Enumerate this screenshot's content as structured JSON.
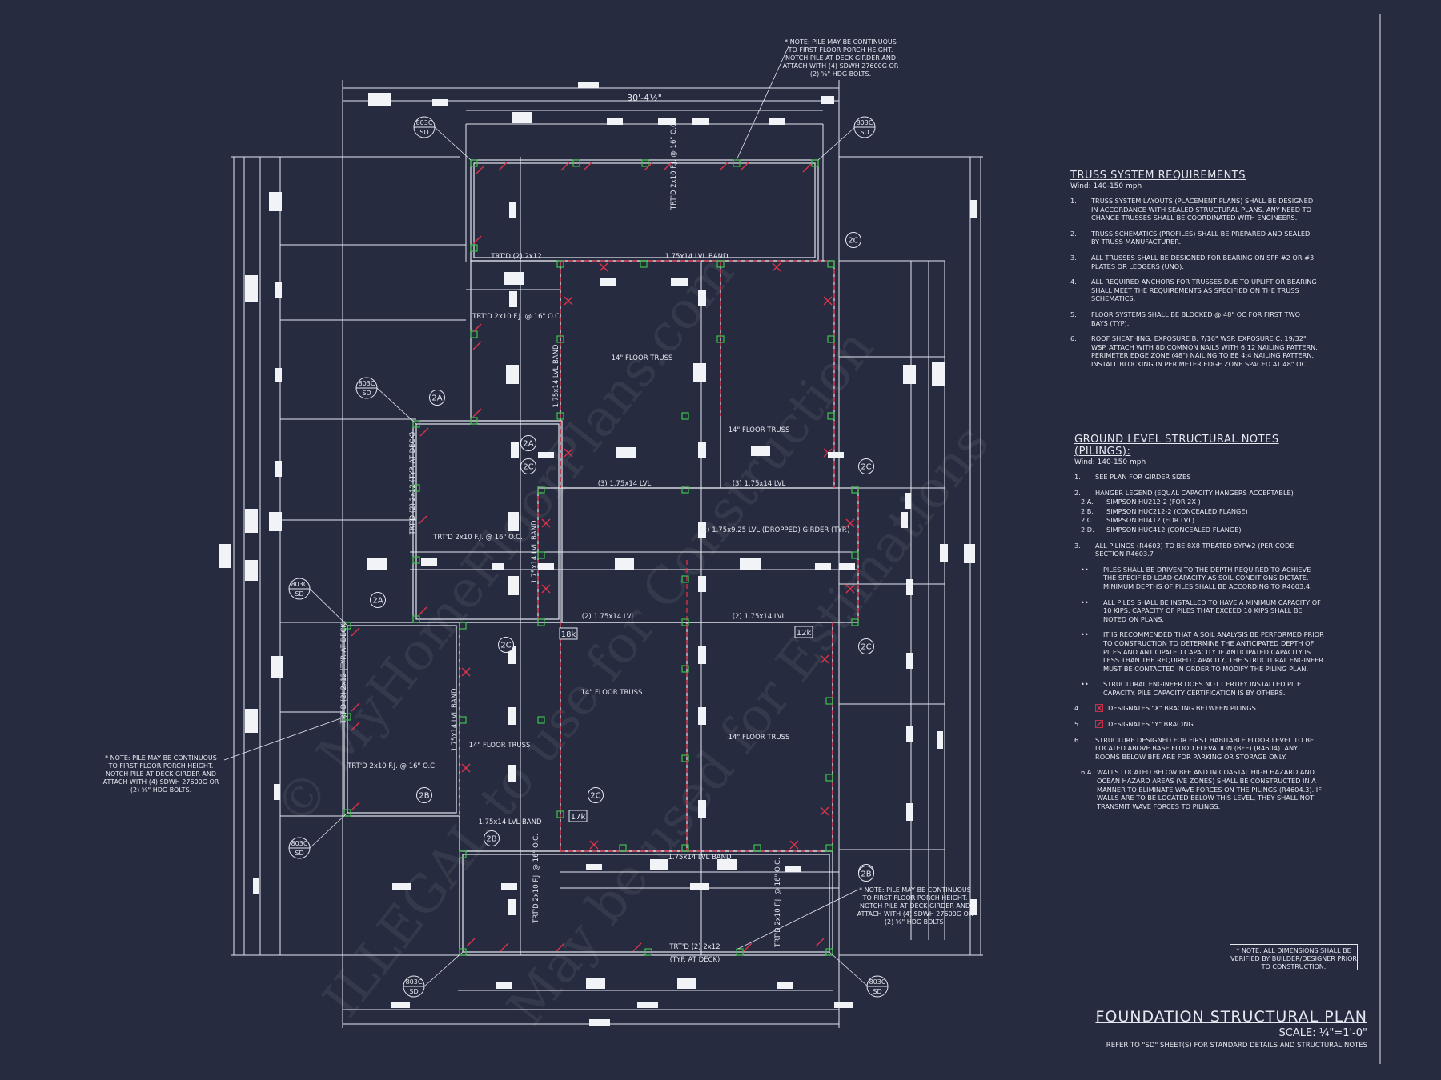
{
  "dimension": {
    "top": "30'-4½\""
  },
  "callouts": {
    "top": "* NOTE: PILE MAY BE CONTINUOUS TO FIRST FLOOR PORCH HEIGHT. NOTCH PILE AT DECK GIRDER AND ATTACH WITH (4) SDWH 27600G OR (2) ⅝\" HDG BOLTS.",
    "left": "* NOTE: PILE MAY BE CONTINUOUS TO FIRST FLOOR PORCH HEIGHT. NOTCH PILE AT DECK GIRDER AND ATTACH WITH (4) SDWH 27600G OR (2) ⅝\" HDG BOLTS.",
    "bottom": "* NOTE: PILE MAY BE CONTINUOUS TO FIRST FLOOR PORCH HEIGHT. NOTCH PILE AT DECK GIRDER AND ATTACH WITH (4) SDWH 27600G OR (2) ⅝\" HDG BOLTS."
  },
  "detail_bubbles": [
    {
      "top": "803C",
      "bottom": "SD"
    },
    {
      "top": "803C",
      "bottom": "SD"
    },
    {
      "top": "803C",
      "bottom": "SD"
    },
    {
      "top": "803C",
      "bottom": "SD"
    },
    {
      "top": "803C",
      "bottom": "SD"
    },
    {
      "top": "803C",
      "bottom": "SD"
    },
    {
      "top": "803C",
      "bottom": "SD"
    }
  ],
  "hanger_tags": [
    "2C",
    "2A",
    "2A",
    "2C",
    "2C",
    "2A",
    "2C",
    "2C",
    "2C",
    "2B",
    "2B",
    "2C",
    "2B"
  ],
  "load_tags": [
    "18k",
    "12k",
    "17k"
  ],
  "plan_labels": [
    "TRT'D 2x10 F.J. @ 16\" O.C.",
    "TRT'D (2) 2x12",
    "1.75x14 LVL BAND",
    "TRT'D 2x10 F.J. @ 16\" O.C.",
    "14\" FLOOR TRUSS",
    "1.75x14 LVL BAND",
    "14\" FLOOR TRUSS",
    "TRT'D (2) 2x12 (TYP. AT DECK)",
    "(3) 1.75x14 LVL",
    "(3) 1.75x14 LVL",
    "TRT'D 2x10 F.J. @ 16\" O.C.",
    "(2) 1.75x9.25 LVL (DROPPED) GIRDER (TYP.)",
    "1.75x14 LVL BAND",
    "(2) 1.75x14 LVL",
    "(2) 1.75x14 LVL",
    "TRT'D (2) 2x12 (TYP. AT DECK)",
    "14\" FLOOR TRUSS",
    "1.75x14 LVL BAND",
    "14\" FLOOR TRUSS",
    "TRT'D 2x10 F.J. @ 16\" O.C.",
    "14\" FLOOR TRUSS",
    "1.75x14 LVL BAND",
    "1.75x14 LVL BAND",
    "TRT'D 2x10 F.J. @ 16\" O.C.",
    "TRT'D 2x10 F.J. @ 16\" O.C.",
    "TRT'D (2) 2x12",
    "(TYP. AT DECK)"
  ],
  "truss_notes": {
    "title": "TRUSS SYSTEM REQUIREMENTS",
    "wind": "Wind: 140-150 mph",
    "items": [
      {
        "num": "1.",
        "text": "TRUSS SYSTEM LAYOUTS (PLACEMENT PLANS) SHALL BE DESIGNED IN ACCORDANCE WITH SEALED STRUCTURAL PLANS. ANY NEED TO CHANGE TRUSSES SHALL BE COORDINATED WITH ENGINEERS."
      },
      {
        "num": "2.",
        "text": "TRUSS SCHEMATICS (PROFILES) SHALL BE PREPARED AND SEALED BY TRUSS MANUFACTURER."
      },
      {
        "num": "3.",
        "text": "ALL TRUSSES SHALL BE DESIGNED FOR BEARING ON SPF #2 OR #3 PLATES OR LEDGERS (UNO)."
      },
      {
        "num": "4.",
        "text": "ALL REQUIRED ANCHORS FOR TRUSSES DUE TO UPLIFT OR BEARING SHALL MEET THE REQUIREMENTS AS SPECIFIED ON THE TRUSS SCHEMATICS."
      },
      {
        "num": "5.",
        "text": "FLOOR SYSTEMS SHALL BE BLOCKED @ 48\" OC FOR FIRST TWO BAYS (TYP)."
      },
      {
        "num": "6.",
        "text": "ROOF SHEATHING: EXPOSURE B: 7/16\" WSP. EXPOSURE C: 19/32\" WSP. ATTACH WITH 8d COMMON NAILS WITH 6:12 NAILING PATTERN. PERIMETER EDGE ZONE (48\") NAILING TO BE 4:4 NAILING PATTERN. INSTALL BLOCKING IN PERIMETER EDGE ZONE SPACED AT 48\" OC."
      }
    ]
  },
  "ground_notes": {
    "title": "GROUND LEVEL STRUCTURAL NOTES (PILINGS):",
    "wind": "Wind: 140-150 mph",
    "item1": {
      "num": "1.",
      "text": "SEE PLAN FOR GIRDER SIZES"
    },
    "item2": {
      "num": "2.",
      "text": "HANGER LEGEND (EQUAL CAPACITY HANGERS ACCEPTABLE)"
    },
    "hangers": [
      {
        "num": "2.A.",
        "text": "SIMPSON HU212-2 (FOR 2X )"
      },
      {
        "num": "2.B.",
        "text": "SIMPSON HUC212-2 (CONCEALED FLANGE)"
      },
      {
        "num": "2.C.",
        "text": "SIMPSON HU412 (FOR LVL)"
      },
      {
        "num": "2.D.",
        "text": "SIMPSON HUC412 (CONCEALED FLANGE)"
      }
    ],
    "item3": {
      "num": "3.",
      "text": "ALL PILINGS (R4603) TO BE 8X8 TREATED SYP#2 (PER CODE SECTION R4603.7"
    },
    "bullets": [
      "PILES SHALL BE DRIVEN TO THE DEPTH REQUIRED TO ACHIEVE THE SPECIFIED LOAD CAPACITY AS SOIL CONDITIONS DICTATE. MINIMUM DEPTHS OF PILES SHALL BE ACCORDING TO R4603.4.",
      "ALL PILES SHALL BE INSTALLED TO HAVE A MINIMUM CAPACITY OF 10 KIPS. CAPACITY OF PILES THAT EXCEED 10 KIPS SHALL BE NOTED ON PLANS.",
      "IT IS RECOMMENDED THAT A SOIL ANALYSIS BE PERFORMED PRIOR TO CONSTRUCTION TO DETERMINE THE ANTICIPATED DEPTH OF PILES AND ANTICIPATED CAPACITY. IF ANTICIPATED CAPACITY IS LESS THAN THE REQUIRED CAPACITY, THE STRUCTURAL ENGINEER MUST BE CONTACTED IN ORDER TO MODIFY THE PILING PLAN.",
      "STRUCTURAL ENGINEER DOES NOT CERTIFY INSTALLED PILE CAPACITY. PILE CAPACITY CERTIFICATION IS BY OTHERS."
    ],
    "bullet_mark": "••",
    "item4": {
      "num": "4.",
      "text": "DESIGNATES \"X\" BRACING BETWEEN PILINGS."
    },
    "item5": {
      "num": "5.",
      "text": "DESIGNATES \"Y\" BRACING."
    },
    "item6": {
      "num": "6.",
      "text": "STRUCTURE DESIGNED FOR FIRST HABITABLE FLOOR LEVEL TO BE LOCATED ABOVE BASE FLOOD ELEVATION (BFE) (R4604). ANY ROOMS BELOW BFE ARE FOR PARKING OR STORAGE ONLY."
    },
    "item6a": {
      "num": "6.A.",
      "text": "WALLS LOCATED BELOW BFE AND IN COASTAL HIGH HAZARD AND OCEAN HAZARD AREAS (VE ZONES) SHALL BE CONSTRUCTED IN A MANNER TO ELIMINATE WAVE FORCES ON THE PILINGS (R4604.3). IF WALLS ARE TO BE LOCATED BELOW THIS LEVEL, THEY SHALL NOT TRANSMIT WAVE FORCES TO PILINGS."
    }
  },
  "verify_note": "* NOTE: ALL DIMENSIONS SHALL BE VERIFIED BY BUILDER/DESIGNER PRIOR TO CONSTRUCTION.",
  "title_block": {
    "title": "FOUNDATION STRUCTURAL PLAN",
    "scale": "SCALE: ¼\"=1'-0\"",
    "reference": "REFER TO \"SD\" SHEET(S) FOR STANDARD DETAILS AND STRUCTURAL NOTES"
  },
  "watermarks": [
    "© MyHomeFloorPlans.com",
    "ILLEGAL to use for Construction",
    "May be used for Estimations"
  ],
  "colors": {
    "background": "#262b3f",
    "linework": "#e6e8f0",
    "bracing": "#e0324a",
    "pile_box": "#3fc24a"
  }
}
